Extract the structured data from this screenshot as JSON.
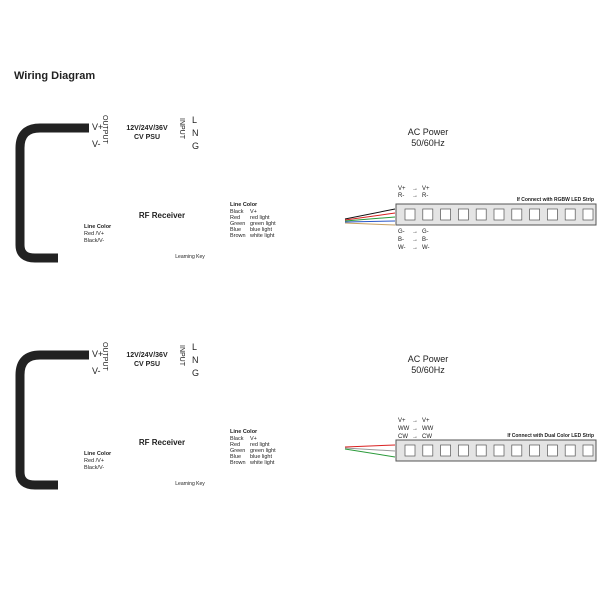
{
  "title": "Wiring Diagram",
  "psu": {
    "vplus": "V+",
    "vminus": "V-",
    "output": "OUTPUT",
    "voltage": "12V/24V/36V",
    "type": "CV PSU",
    "input": "INPUT",
    "l": "L",
    "n": "N",
    "g": "G"
  },
  "ac": {
    "label": "AC Power",
    "freq": "50/60Hz"
  },
  "receiver": {
    "title": "RF Receiver",
    "left_header": "Line Color",
    "left_lines": [
      "Red /V+",
      "Black/V-"
    ],
    "learning_key": "Learning Key",
    "right_header": "Line Color",
    "right_lines": [
      {
        "color": "Black",
        "fn": "V+"
      },
      {
        "color": "Red",
        "fn": "red light"
      },
      {
        "color": "Green",
        "fn": "green light"
      },
      {
        "color": "Blue",
        "fn": "blue light"
      },
      {
        "color": "Brown",
        "fn": "white light"
      }
    ]
  },
  "rgbw": {
    "caption": "If Connect with RGBW LED Strip",
    "top": [
      {
        "a": "V+",
        "b": "V+"
      },
      {
        "a": "R-",
        "b": "R-"
      }
    ],
    "bottom": [
      {
        "a": "G-",
        "b": "G-"
      },
      {
        "a": "B-",
        "b": "B-"
      },
      {
        "a": "W-",
        "b": "W-"
      }
    ],
    "arrow": "→"
  },
  "dual": {
    "caption": "If Connect with Dual Color LED Strip",
    "top": [
      {
        "a": "V+",
        "b": "V+"
      },
      {
        "a": "WW",
        "b": "WW"
      },
      {
        "a": "CW",
        "b": "CW"
      }
    ],
    "arrow": "→"
  }
}
